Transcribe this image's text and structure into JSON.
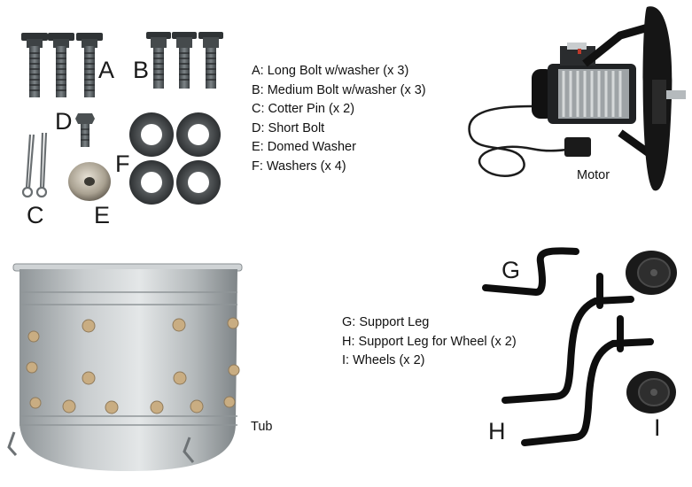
{
  "letters": {
    "a": "A",
    "b": "B",
    "c": "C",
    "d": "D",
    "e": "E",
    "f": "F",
    "g": "G",
    "h": "H",
    "i": "I"
  },
  "legend_top": [
    "A: Long Bolt w/washer (x 3)",
    "B: Medium Bolt w/washer (x 3)",
    "C: Cotter Pin (x 2)",
    "D: Short Bolt",
    "E: Domed Washer",
    "F: Washers (x 4)"
  ],
  "legend_bottom": [
    "G: Support Leg",
    "H: Support Leg for Wheel (x 2)",
    "I:  Wheels (x 2)"
  ],
  "captions": {
    "motor": "Motor",
    "tub": "Tub"
  }
}
